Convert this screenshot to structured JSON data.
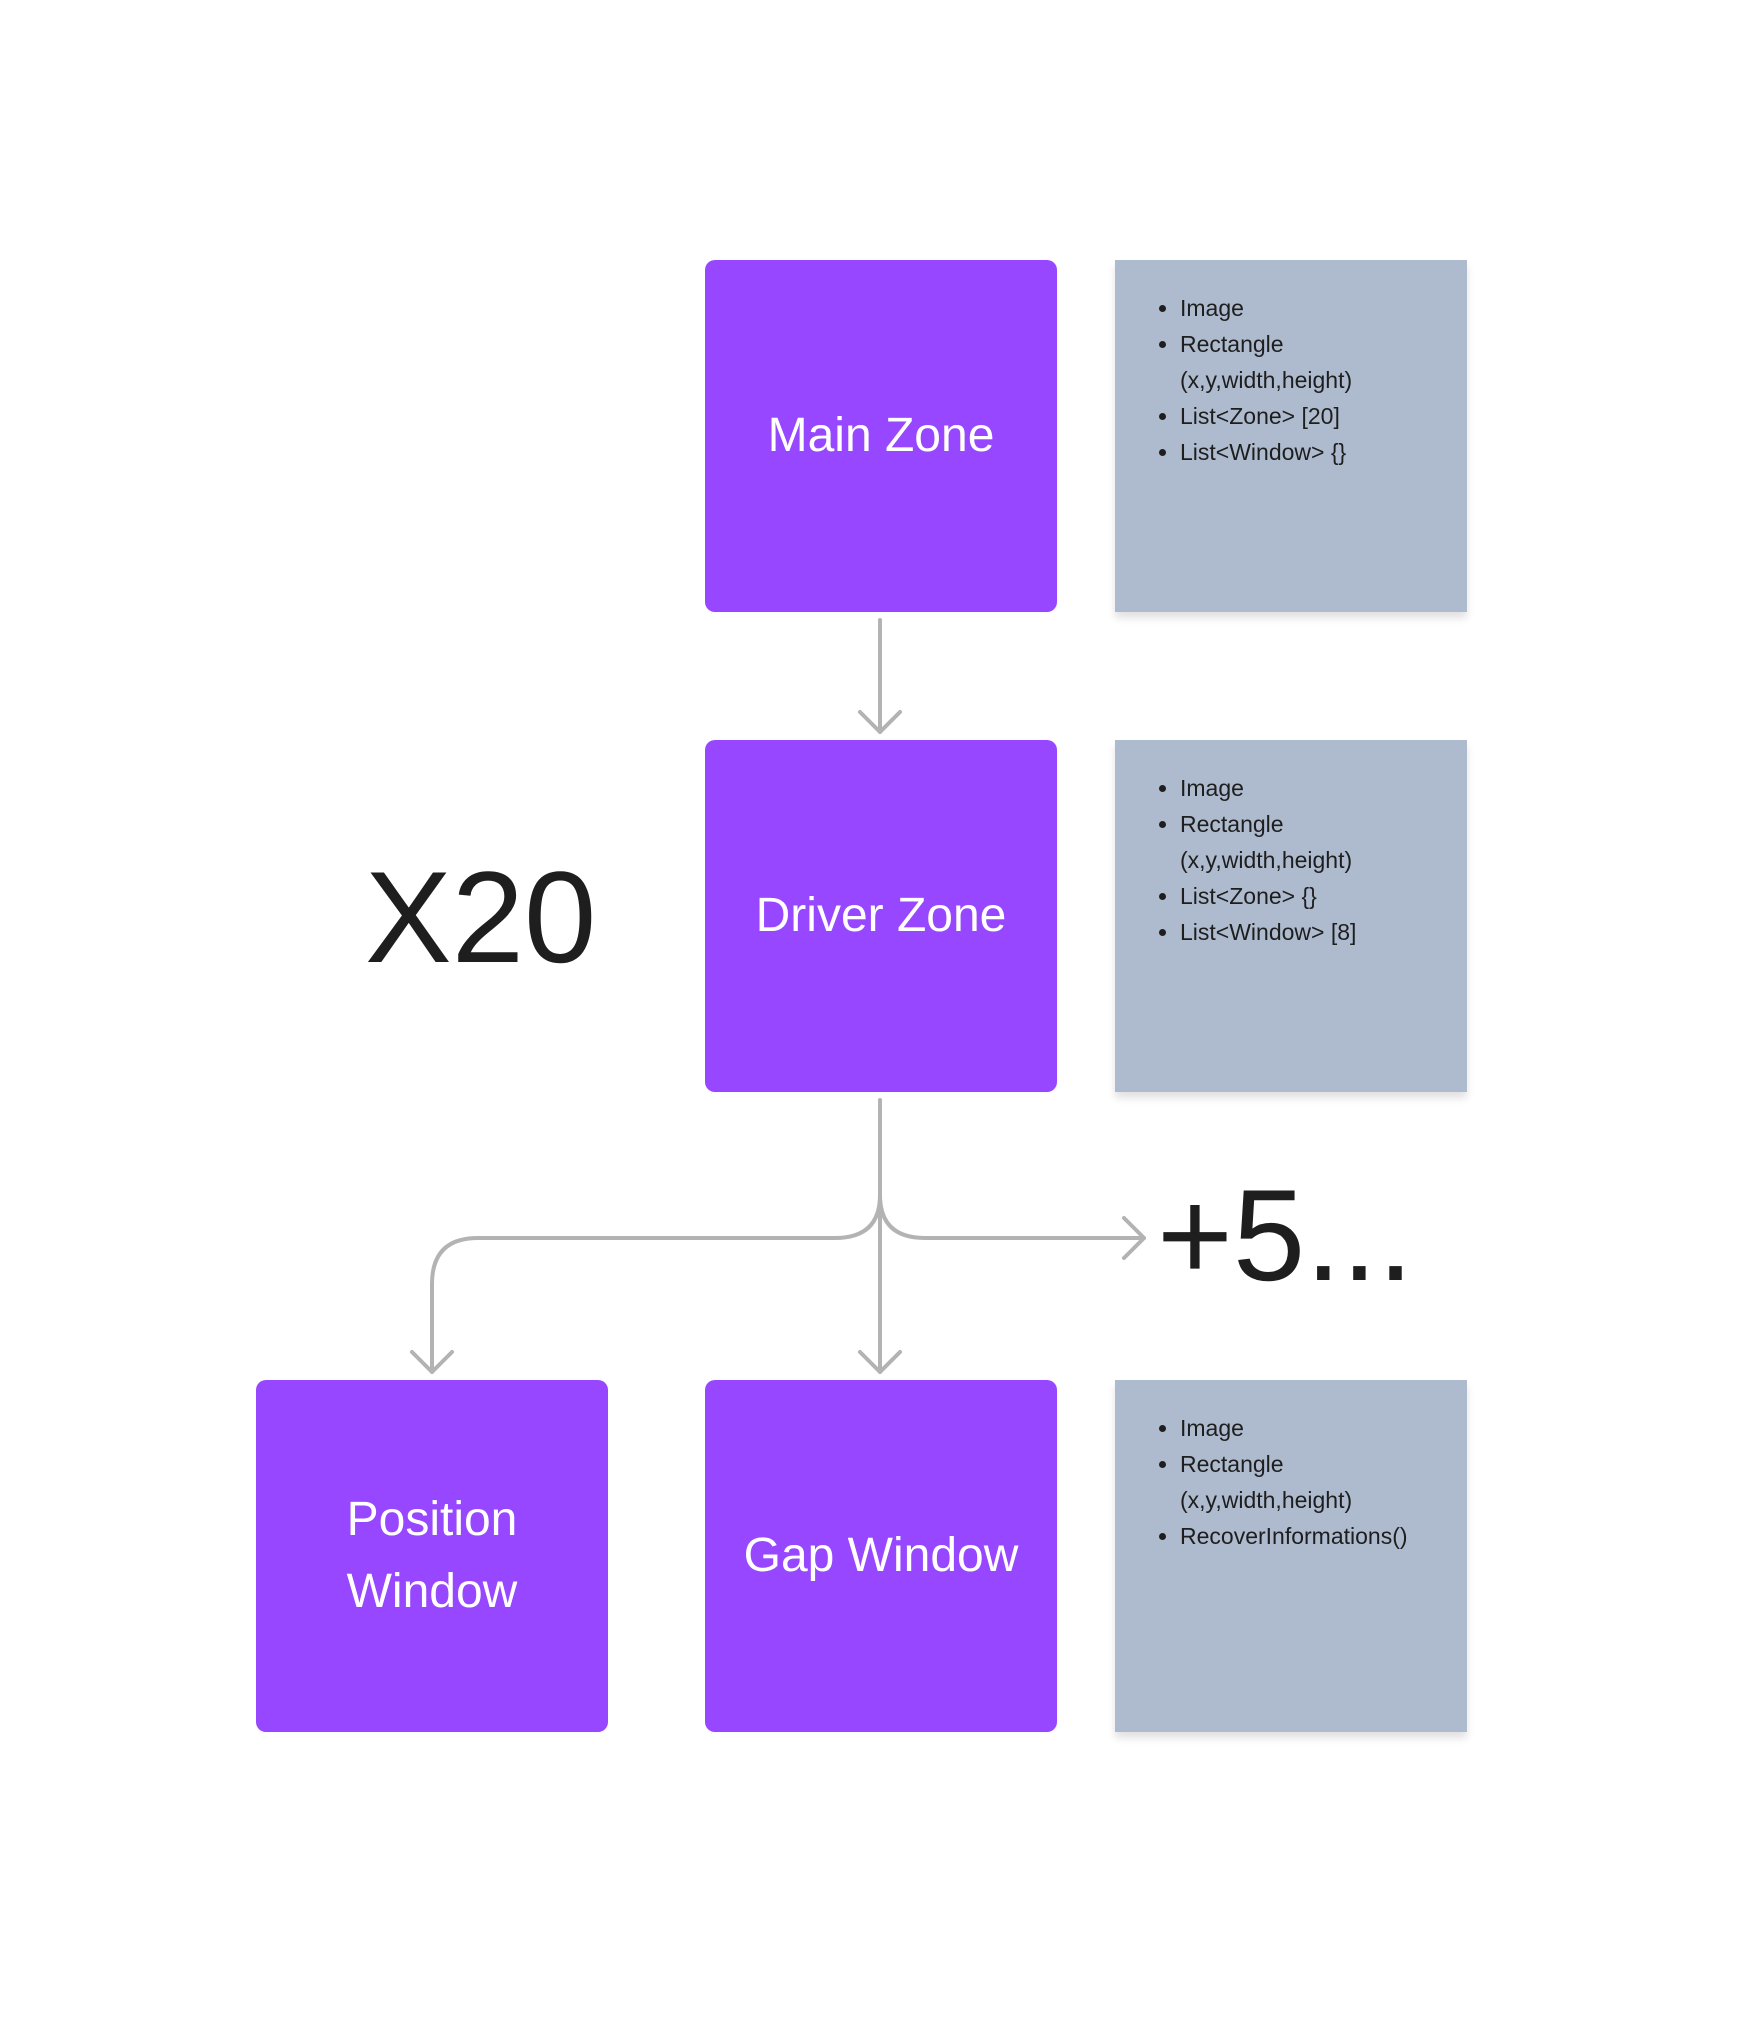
{
  "boxes": {
    "main_zone": "Main Zone",
    "driver_zone": "Driver Zone",
    "position_window": [
      "Position",
      "Window"
    ],
    "gap_window": "Gap Window"
  },
  "notes": {
    "main_zone": [
      "Image",
      "Rectangle (x,y,width,height)",
      "List<Zone> [20]",
      "List<Window> {}"
    ],
    "driver_zone": [
      "Image",
      "Rectangle (x,y,width,height)",
      "List<Zone> {}",
      "List<Window> [8]"
    ],
    "gap_window": [
      "Image",
      "Rectangle (x,y,width,height)",
      "RecoverInformations()"
    ]
  },
  "multiplier": "X20",
  "more": "+5...",
  "colors": {
    "zone": "#9747ff",
    "note": "#aebbcf",
    "connector": "#b3b3b3",
    "text": "#1e1e1e"
  }
}
